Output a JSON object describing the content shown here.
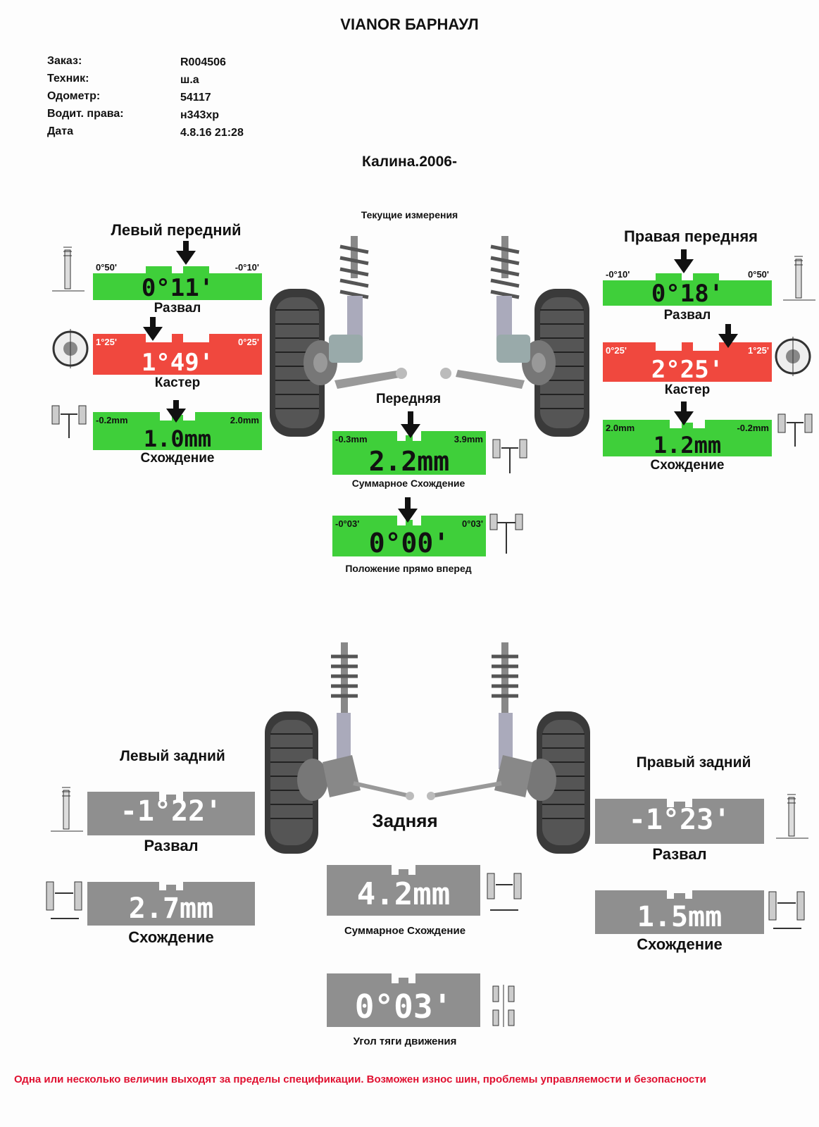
{
  "header": {
    "title": "VIANOR БАРНАУЛ"
  },
  "info": [
    {
      "label": "Заказ:",
      "value": "R004506"
    },
    {
      "label": "Техник:",
      "value": "ш.а"
    },
    {
      "label": "Одометр:",
      "value": "54117"
    },
    {
      "label": "Водит. права:",
      "value": "н343хр"
    },
    {
      "label": "Дата",
      "value": "4.8.16 21:28"
    }
  ],
  "vehicle": "Калина.2006-",
  "current_label": "Текущие измерения",
  "front": {
    "axle_label": "Передняя",
    "left_title": "Левый передний",
    "right_title": "Правая передняя",
    "left_camber": {
      "value": "0°11'",
      "min": "0°50'",
      "max": "-0°10'",
      "label": "Развал",
      "status": "green"
    },
    "left_caster": {
      "value": "1°49'",
      "min": "1°25'",
      "max": "0°25'",
      "label": "Кастер",
      "status": "red"
    },
    "left_toe": {
      "value": "1.0mm",
      "min": "-0.2mm",
      "max": "2.0mm",
      "label": "Схождение",
      "status": "green"
    },
    "right_camber": {
      "value": "0°18'",
      "min": "-0°10'",
      "max": "0°50'",
      "label": "Развал",
      "status": "green"
    },
    "right_caster": {
      "value": "2°25'",
      "min": "0°25'",
      "max": "1°25'",
      "label": "Кастер",
      "status": "red"
    },
    "right_toe": {
      "value": "1.2mm",
      "min": "2.0mm",
      "max": "-0.2mm",
      "label": "Схождение",
      "status": "green"
    },
    "total_toe": {
      "value": "2.2mm",
      "min": "-0.3mm",
      "max": "3.9mm",
      "label": "Суммарное Схождение",
      "status": "green"
    },
    "straight": {
      "value": "0°00'",
      "min": "-0°03'",
      "max": "0°03'",
      "label": "Положение прямо вперед",
      "status": "green"
    }
  },
  "rear": {
    "axle_label": "Задняя",
    "left_title": "Левый задний",
    "right_title": "Правый задний",
    "left_camber": {
      "value": "-1°22'",
      "label": "Развал",
      "status": "gray"
    },
    "left_toe": {
      "value": "2.7mm",
      "label": "Схождение",
      "status": "gray"
    },
    "right_camber": {
      "value": "-1°23'",
      "label": "Развал",
      "status": "gray"
    },
    "right_toe": {
      "value": "1.5mm",
      "label": "Схождение",
      "status": "gray"
    },
    "total_toe": {
      "value": "4.2mm",
      "label": "Суммарное Схождение",
      "status": "gray"
    },
    "thrust": {
      "value": "0°03'",
      "label": "Угол тяги движения",
      "status": "gray"
    }
  },
  "warning": "Одна или несколько величин выходят за пределы спецификации. Возможен износ шин, проблемы управляемости и безопасности",
  "colors": {
    "green": "#3fcf3a",
    "red": "#f0483e",
    "gray": "#8f8f8f",
    "warning": "#e01030"
  }
}
